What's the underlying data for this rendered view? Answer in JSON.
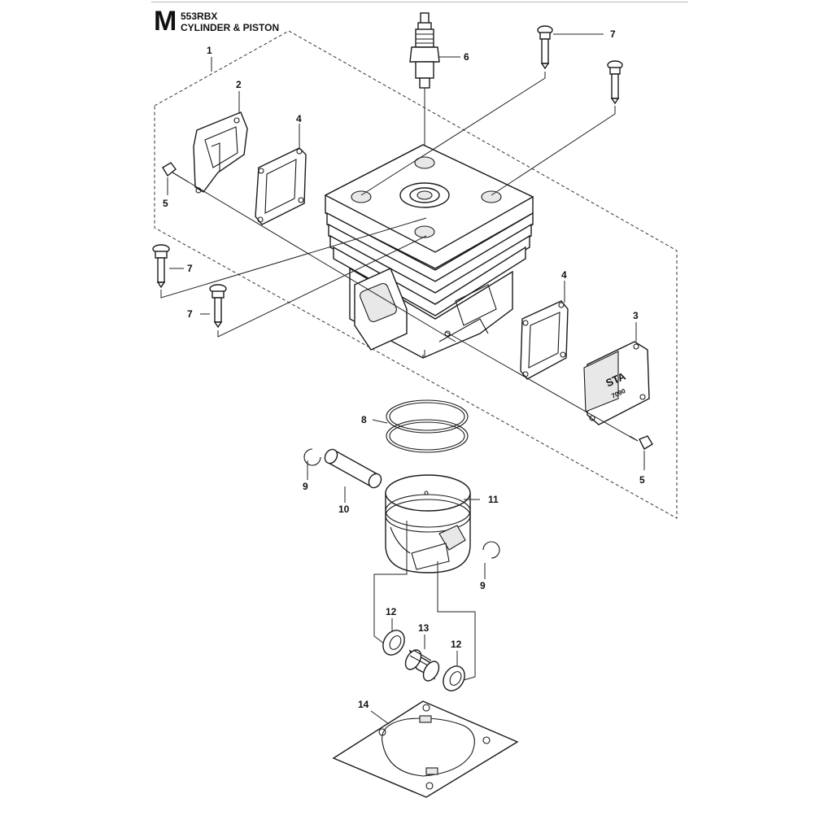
{
  "header": {
    "section_letter": "M",
    "model": "553RBX",
    "title": "CYLINDER & PISTON"
  },
  "callouts": {
    "c1": "1",
    "c2": "2",
    "c3": "3",
    "c4a": "4",
    "c4b": "4",
    "c5a": "5",
    "c5b": "5",
    "c6": "6",
    "c7a": "7",
    "c7b": "7",
    "c7c": "7",
    "c7d": "7",
    "c8": "8",
    "c9a": "9",
    "c9b": "9",
    "c10": "10",
    "c11": "11",
    "c12a": "12",
    "c12b": "12",
    "c13": "13",
    "c14": "14"
  },
  "muffler_cover_text": {
    "line1": "STA",
    "line2": "7090"
  },
  "colors": {
    "ink": "#1a1a1a",
    "background": "#ffffff"
  }
}
